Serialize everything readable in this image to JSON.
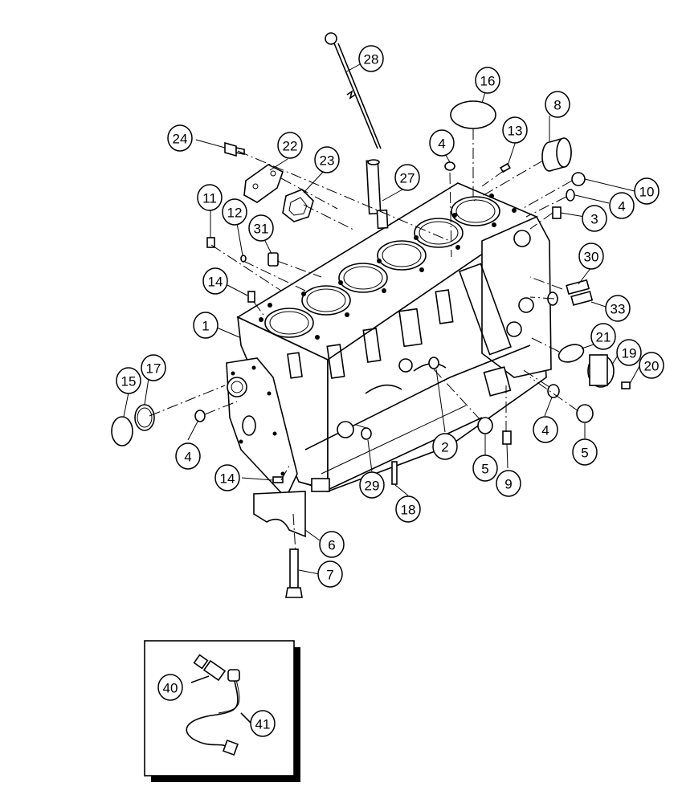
{
  "callouts": [
    "1",
    "2",
    "3",
    "4",
    "5",
    "6",
    "7",
    "8",
    "9",
    "10",
    "11",
    "12",
    "13",
    "14",
    "15",
    "16",
    "17",
    "18",
    "19",
    "20",
    "21",
    "22",
    "23",
    "24",
    "27",
    "28",
    "29",
    "30",
    "31",
    "33",
    "40",
    "41"
  ],
  "colors": {
    "ink": "#000000",
    "paper": "#ffffff"
  }
}
